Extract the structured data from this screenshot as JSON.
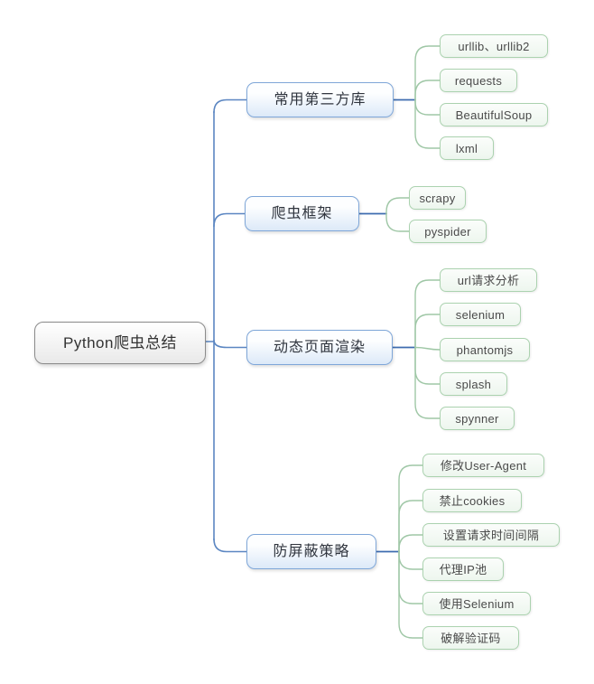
{
  "colors": {
    "trunk_line": "#5b86c2",
    "branch_fork_line": "#3e6cb0",
    "leaf_line": "#9fc7a6",
    "branch_border": "#7ea6d8",
    "leaf_border": "#abd2af",
    "root_border": "#8b8b8b"
  },
  "mindmap": {
    "root": {
      "label": "Python爬虫总结"
    },
    "branches": [
      {
        "id": "third-party-libs",
        "label": "常用第三方库",
        "children": [
          "urllib、urllib2",
          "requests",
          "BeautifulSoup",
          "lxml"
        ]
      },
      {
        "id": "crawler-frameworks",
        "label": "爬虫框架",
        "children": [
          "scrapy",
          "pyspider"
        ]
      },
      {
        "id": "dynamic-page-rendering",
        "label": "动态页面渲染",
        "children": [
          "url请求分析",
          "selenium",
          "phantomjs",
          "splash",
          "spynner"
        ]
      },
      {
        "id": "anti-blocking-strategies",
        "label": "防屏蔽策略",
        "children": [
          "修改User-Agent",
          "禁止cookies",
          "设置请求时间间隔",
          "代理IP池",
          "使用Selenium",
          "破解验证码"
        ]
      }
    ]
  }
}
